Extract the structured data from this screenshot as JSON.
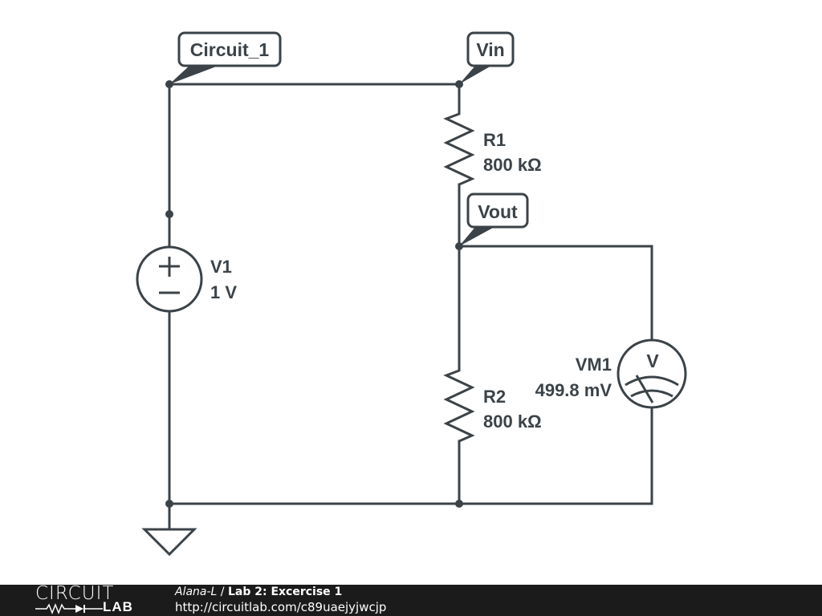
{
  "schematic": {
    "net_labels": {
      "circuit": "Circuit_1",
      "vin": "Vin",
      "vout": "Vout"
    },
    "components": {
      "v1": {
        "name": "V1",
        "value": "1 V",
        "symbol": "voltage-source"
      },
      "r1": {
        "name": "R1",
        "value": "800 kΩ",
        "symbol": "resistor"
      },
      "r2": {
        "name": "R2",
        "value": "800 kΩ",
        "symbol": "resistor"
      },
      "vm1": {
        "name": "VM1",
        "value": "499.8 mV",
        "symbol": "voltmeter",
        "glyph": "V"
      }
    },
    "source_symbols": {
      "plus": "+",
      "minus": "−"
    },
    "ground": {
      "symbol": "ground"
    },
    "colors": {
      "ink": "#3b4348",
      "background": "#ffffff",
      "footer": "#1b1b1b"
    }
  },
  "footer": {
    "logo_top": "CIRCUIT",
    "logo_bottom": "LAB",
    "author": "Alana-L",
    "separator": " / ",
    "title": "Lab 2: Excercise 1",
    "url": "http://circuitlab.com/c89uaejyjwcjp"
  }
}
